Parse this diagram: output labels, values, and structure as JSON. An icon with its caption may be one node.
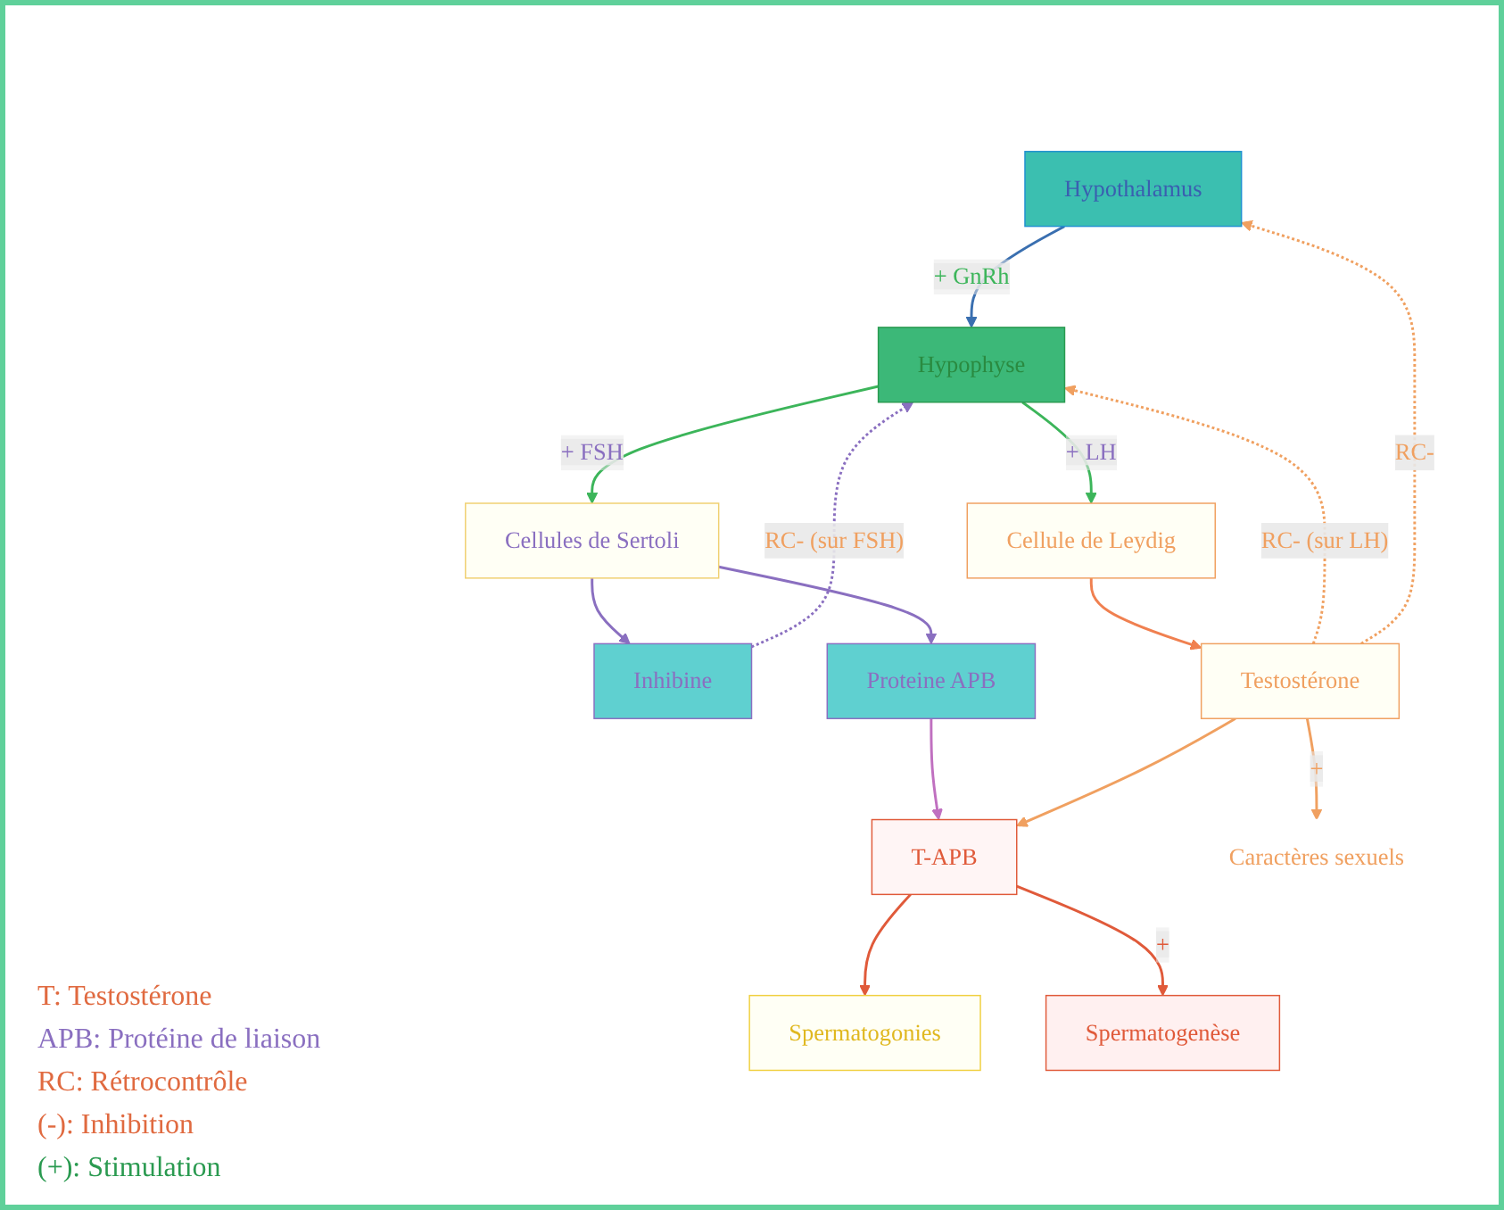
{
  "diagram": {
    "nodes": [
      {
        "text": [
          "Hypothalamus"
        ]
      },
      {
        "text": [
          "Hypophyse"
        ]
      },
      {
        "text": [
          "Cellules de Sertoli"
        ]
      },
      {
        "text": [
          "Spermatogonies"
        ]
      },
      {
        "text": [
          "Cellule de Leydig"
        ]
      },
      {
        "text": [
          "Inhibine"
        ]
      },
      {
        "text": [
          "Proteine APB"
        ]
      },
      {
        "text": [
          "T-APB"
        ]
      },
      {
        "text": [
          "Testostérone"
        ]
      },
      {
        "text": [
          "Spermatogenèse"
        ]
      },
      {
        "text": [
          "Caractères sexuels"
        ]
      }
    ],
    "edges": [
      {
        "from": 0,
        "to": 1,
        "arrow": "to",
        "label": "+ GnRh",
        "color": "#3a6fb0"
      },
      {
        "from": 1,
        "to": 2,
        "arrow": "to",
        "label": "+ FSH",
        "color": "#3cb55a"
      },
      {
        "from": 1,
        "to": 4,
        "arrow": "to",
        "label": "+ LH",
        "color": "#3cb55a"
      },
      {
        "from": 2,
        "to": 5,
        "arrow": "to",
        "color": "#8a6fc0"
      },
      {
        "from": 2,
        "to": 6,
        "arrow": "to",
        "color": "#8a6fc0"
      },
      {
        "from": 5,
        "to": 1,
        "arrow": "to",
        "label": "RC- (sur FSH)",
        "style": "dashed",
        "color": "#8a6fc0"
      },
      {
        "from": 4,
        "to": 8,
        "arrow": "to",
        "color": "#f08050"
      },
      {
        "from": 6,
        "to": 7,
        "arrow": "to",
        "color": "#c070c0"
      },
      {
        "from": 8,
        "to": 7,
        "arrow": "to",
        "color": "#f0a060"
      },
      {
        "from": 7,
        "to": 3,
        "arrow": "to",
        "color": "#e05a3a"
      },
      {
        "from": 7,
        "to": 9,
        "arrow": "to",
        "label": "+",
        "color": "#e05a3a"
      },
      {
        "from": 8,
        "to": 10,
        "arrow": "to",
        "label": "+",
        "color": "#f0a060"
      },
      {
        "from": 8,
        "to": 1,
        "arrow": "to",
        "label": "RC- (sur LH)",
        "style": "dashed",
        "color": "#f0a060"
      },
      {
        "from": 8,
        "to": 0,
        "arrow": "to",
        "label": "RC-",
        "style": "dashed",
        "color": "#f0a060"
      }
    ],
    "labels": [
      "T: Testostérone",
      "APB: Protéine de liaison",
      "RC: Rétrocontrôle",
      "(-): Inhibition",
      "(+): Stimulation"
    ]
  }
}
